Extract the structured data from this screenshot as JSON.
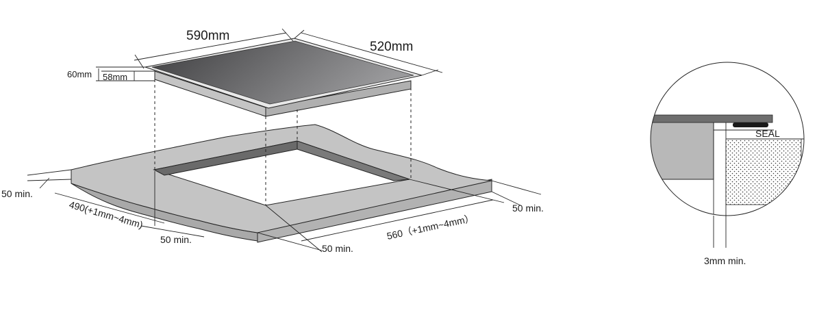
{
  "labels": {
    "hob_width": "590mm",
    "hob_depth": "520mm",
    "total_height": "60mm",
    "body_height": "58mm",
    "clearance_left": "50 min.",
    "cutout_depth": "490(+1mm~4mm)",
    "clearance_front": "50 min.",
    "clearance_front_right": "50 min.",
    "cutout_width": "560（+1mm~4mm）",
    "clearance_right": "50 min.",
    "seal": "SEAL",
    "gap_min": "3mm min."
  },
  "colors": {
    "glass_dark": "#4a4a4c",
    "glass_light": "#8e8e90",
    "worktop": "#c4c4c4",
    "worktop_edge": "#a9a9a9",
    "cutout_inner": "#6a6a6a",
    "seal": "#1a1a1a",
    "cabinet": "#b8b8b8"
  }
}
